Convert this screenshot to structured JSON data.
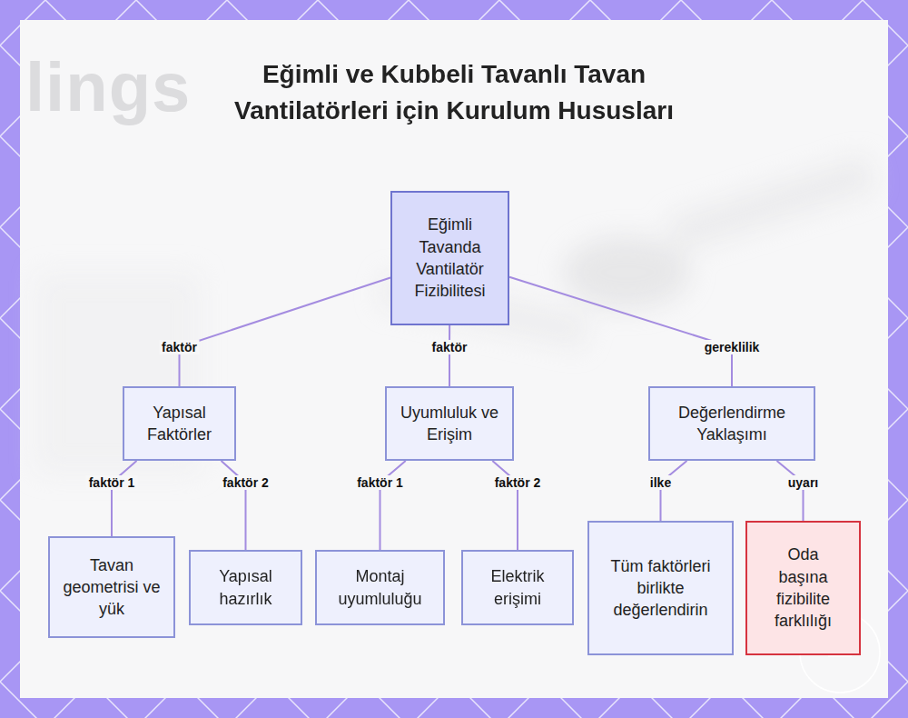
{
  "diagram": {
    "title": "Eğimli ve Kubbeli Tavanlı Tavan Vantilatörleri için Kurulum Hususları",
    "nodes": [
      {
        "text": [
          "Eğimli Tavanda Vantilatör Fizibilitesi"
        ]
      },
      {
        "text": [
          "Yapısal Faktörler"
        ]
      },
      {
        "text": [
          "Uyumluluk ve Erişim"
        ]
      },
      {
        "text": [
          "Değerlendirme Yaklaşımı"
        ]
      },
      {
        "text": [
          "Tavan geometrisi ve yük"
        ]
      },
      {
        "text": [
          "Yapısal hazırlık"
        ]
      },
      {
        "text": [
          "Montaj uyumluluğu"
        ]
      },
      {
        "text": [
          "Elektrik erişimi"
        ]
      },
      {
        "text": [
          "Tüm faktörleri birlikte değerlendirin"
        ]
      },
      {
        "text": [
          "Oda başına fizibilite farklılığı"
        ]
      }
    ],
    "edges": [
      {
        "from": 0,
        "to": 1,
        "label": "faktör",
        "arrow": "none"
      },
      {
        "from": 0,
        "to": 2,
        "label": "faktör",
        "arrow": "none"
      },
      {
        "from": 0,
        "to": 3,
        "label": "gereklilik",
        "arrow": "none"
      },
      {
        "from": 1,
        "to": 4,
        "label": "faktör 1",
        "arrow": "none"
      },
      {
        "from": 1,
        "to": 5,
        "label": "faktör 2",
        "arrow": "none"
      },
      {
        "from": 2,
        "to": 6,
        "label": "faktör 1",
        "arrow": "none"
      },
      {
        "from": 2,
        "to": 7,
        "label": "faktör 2",
        "arrow": "none"
      },
      {
        "from": 3,
        "to": 8,
        "label": "ilke",
        "arrow": "none"
      },
      {
        "from": 3,
        "to": 9,
        "label": "uyarı",
        "arrow": "none"
      }
    ],
    "labels": [
      "lings"
    ]
  }
}
